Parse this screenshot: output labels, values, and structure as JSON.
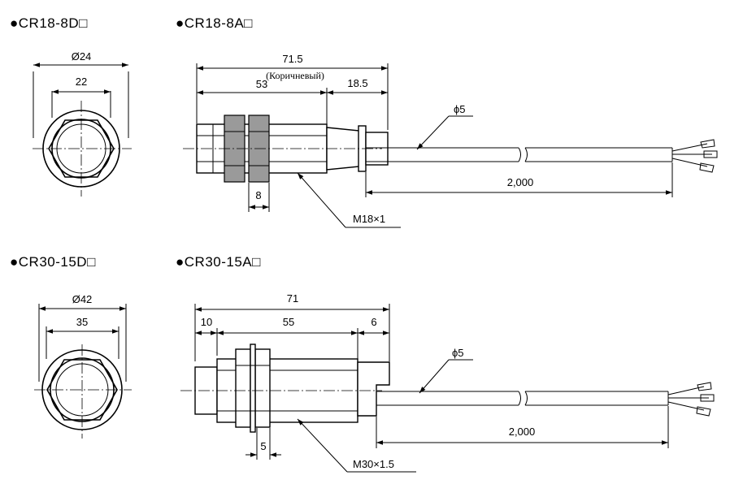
{
  "top_row": {
    "left_title": "●CR18-8D□",
    "right_title": "●CR18-8A□",
    "face": {
      "outer_dia": "Ø24",
      "hex": "22"
    },
    "side": {
      "total_length": "71.5",
      "body_length": "53",
      "wire_color_note": "(Коричневый)",
      "tail_length": "18.5",
      "cable_dia": "ϕ5",
      "cable_length": "2,000",
      "nut_width": "8",
      "thread": "M18×1"
    }
  },
  "bottom_row": {
    "left_title": "●CR30-15D□",
    "right_title": "●CR30-15A□",
    "face": {
      "outer_dia": "Ø42",
      "hex": "35"
    },
    "side": {
      "total_length": "71",
      "head_length": "10",
      "body_length": "55",
      "tail_length": "6",
      "cable_dia": "ϕ5",
      "cable_length": "2,000",
      "nut_width": "5",
      "thread": "M30×1.5"
    }
  }
}
